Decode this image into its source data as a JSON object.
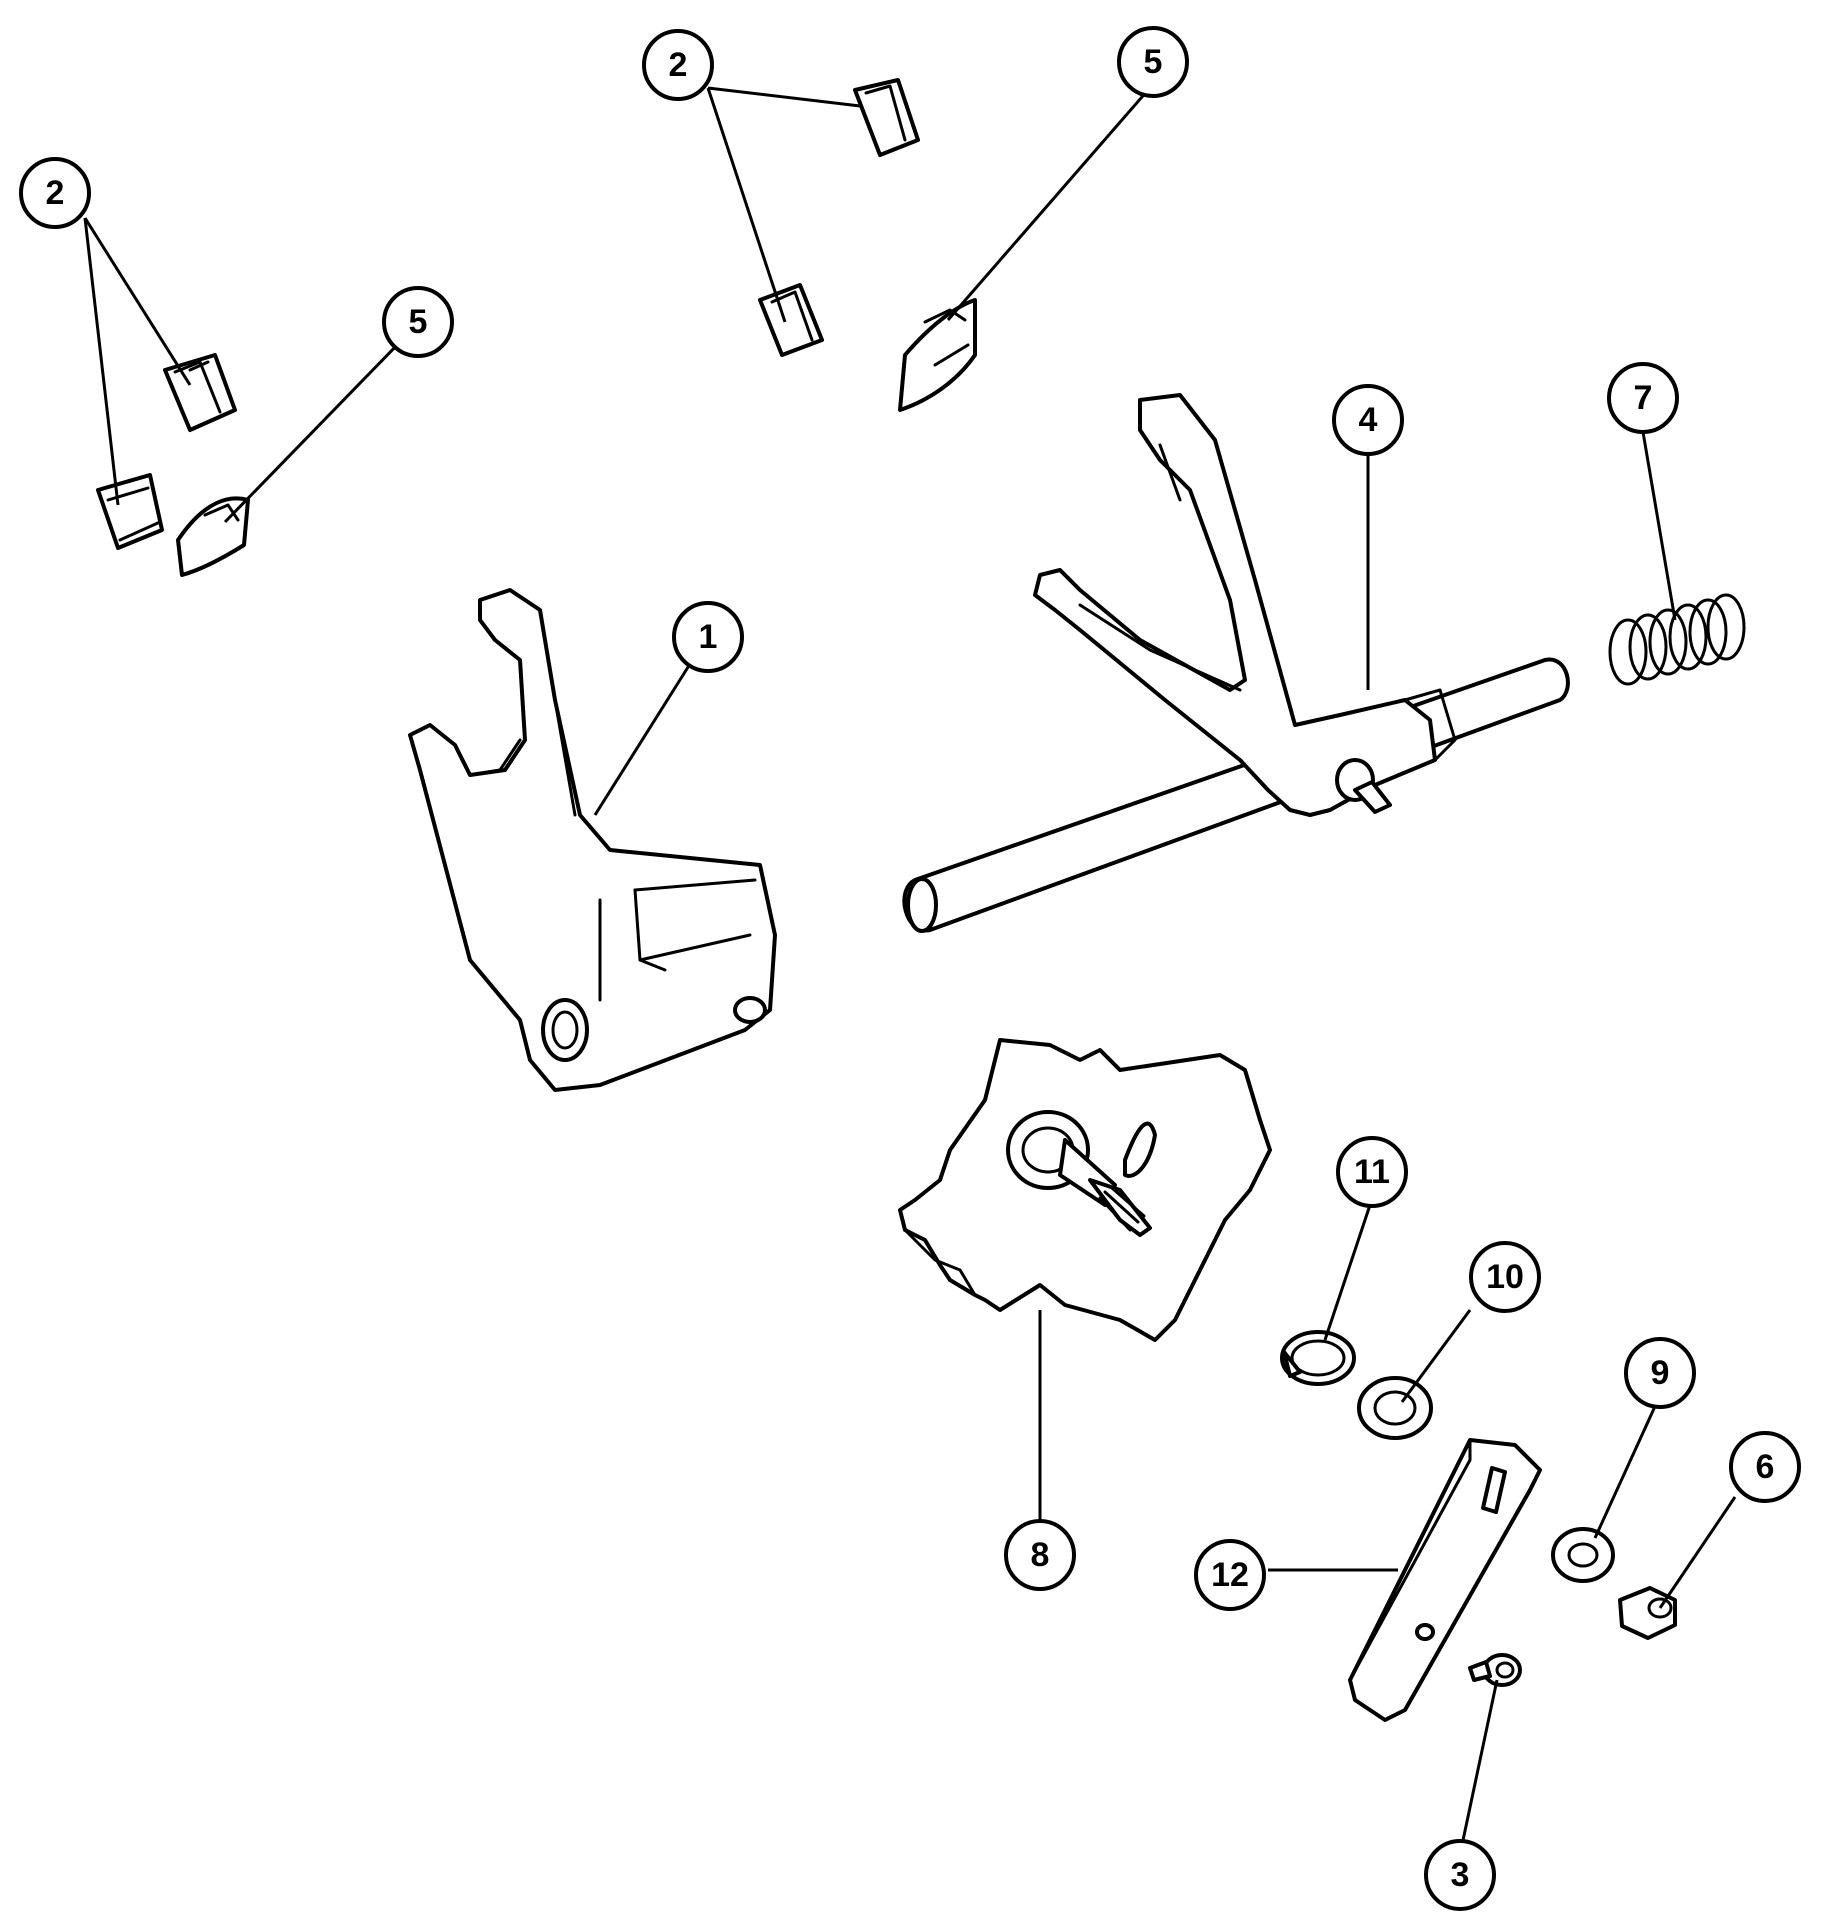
{
  "diagram": {
    "callouts": [
      {
        "id": "c1",
        "label": "1"
      },
      {
        "id": "c2a",
        "label": "2"
      },
      {
        "id": "c2b",
        "label": "2"
      },
      {
        "id": "c3",
        "label": "3"
      },
      {
        "id": "c4",
        "label": "4"
      },
      {
        "id": "c5a",
        "label": "5"
      },
      {
        "id": "c5b",
        "label": "5"
      },
      {
        "id": "c6",
        "label": "6"
      },
      {
        "id": "c7",
        "label": "7"
      },
      {
        "id": "c8",
        "label": "8"
      },
      {
        "id": "c9",
        "label": "9"
      },
      {
        "id": "c10",
        "label": "10"
      },
      {
        "id": "c11",
        "label": "11"
      },
      {
        "id": "c12",
        "label": "12"
      }
    ]
  }
}
